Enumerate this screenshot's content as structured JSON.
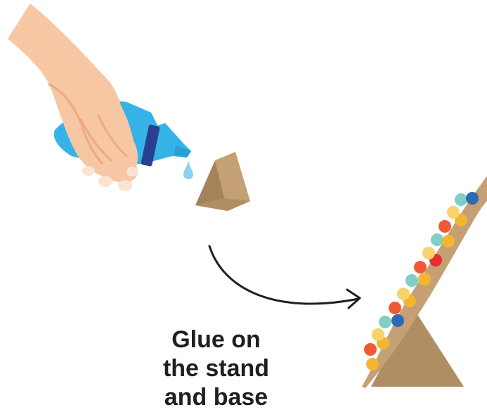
{
  "caption": {
    "lines": [
      "Glue on",
      "the stand",
      "and base"
    ]
  },
  "colors": {
    "skin": "#f7c6a3",
    "skin_shade": "#eea983",
    "nail": "#f9e3d3",
    "bottle": "#35b3e6",
    "bottle_cap": "#2b3f8f",
    "glue_drop": "#8dd0f0",
    "cardboard": "#c4a074",
    "cardboard_shade": "#a4825a",
    "arrow": "#1f1f1f",
    "caption_text": "#1f1f1f"
  },
  "icons": [
    "hand-icon",
    "glue-bottle-icon",
    "glue-drop-icon",
    "cardboard-wedge-icon",
    "curved-arrow-icon",
    "decorated-ramp-icon"
  ]
}
